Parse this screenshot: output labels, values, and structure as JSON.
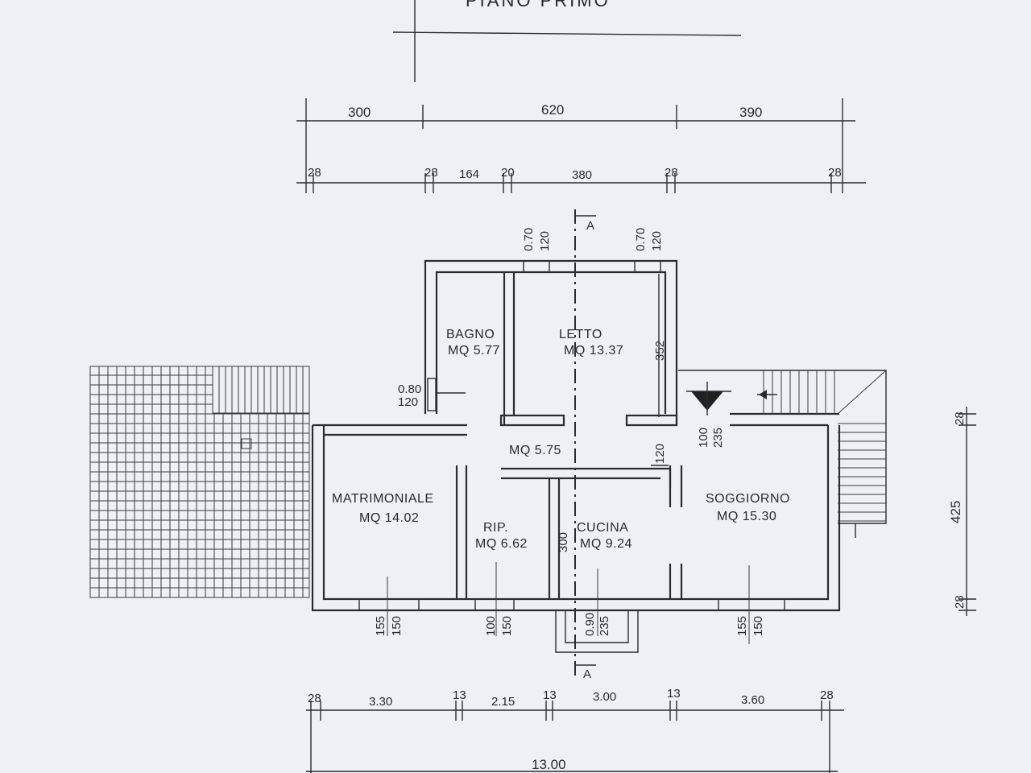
{
  "title": "PIANO PRIMO",
  "top_dimensions": {
    "row1": [
      "300",
      "620",
      "390"
    ],
    "row2": [
      "28",
      "28",
      "164",
      "20",
      "380",
      "28",
      "28"
    ]
  },
  "bottom_dimensions": {
    "row1": [
      "28",
      "3.30",
      "13",
      "2.15",
      "13",
      "3.00",
      "13",
      "3.60",
      "28"
    ],
    "total": "13.00"
  },
  "right_dimensions": [
    "28",
    "425",
    "28"
  ],
  "section_marks": [
    "A",
    "A"
  ],
  "rooms": {
    "bagno": {
      "name": "BAGNO",
      "area": "MQ 5.77"
    },
    "letto": {
      "name": "LETTO",
      "area": "MQ 13.37"
    },
    "disimpegno": {
      "area": "MQ 5.75"
    },
    "matrimoniale": {
      "name": "MATRIMONIALE",
      "area": "MQ 14.02"
    },
    "ripostiglio": {
      "name": "RIP.",
      "area": "MQ 6.62"
    },
    "cucina": {
      "name": "CUCINA",
      "area": "MQ 9.24"
    },
    "soggiorno": {
      "name": "SOGGIORNO",
      "area": "MQ 15.30"
    }
  },
  "openings": {
    "bagno_window": [
      "0.80",
      "120"
    ],
    "letto_window_1": [
      "0.70",
      "120"
    ],
    "letto_window_2": [
      "0.70",
      "120"
    ],
    "letto_depth": "352",
    "passage": "120",
    "entrance": [
      "100",
      "235"
    ],
    "matrimoniale_window": [
      "155",
      "150"
    ],
    "rip_window": [
      "100",
      "150"
    ],
    "cucina_door": [
      "0.90",
      "235"
    ],
    "soggiorno_window": [
      "155",
      "150"
    ],
    "cucina_wall": "300"
  }
}
